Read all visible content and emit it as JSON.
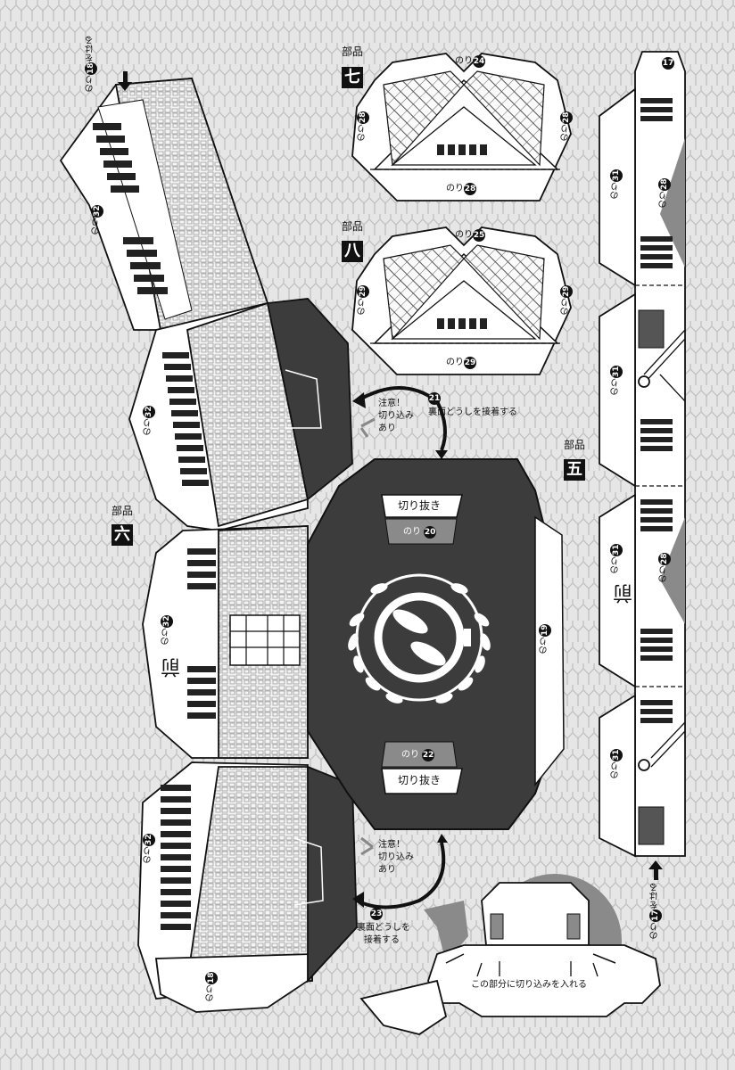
{
  "parts": {
    "part5": {
      "title": "部品",
      "badge": "五"
    },
    "part6": {
      "title": "部品",
      "badge": "六"
    },
    "part7": {
      "title": "部品",
      "badge": "七"
    },
    "part8": {
      "title": "部品",
      "badge": "八"
    }
  },
  "labels": {
    "glue": "のり",
    "front": "前",
    "cutout": "切り抜き",
    "caution": "注意！",
    "slit": "切り込み",
    "exists": "あり",
    "bond_back": "裏面どうしを接着する",
    "bond_back_line1": "裏面どうしを",
    "bond_back_line2": "接着する",
    "slit_here": "この部分に切り込みを入れる",
    "attach_here": "をはる"
  },
  "numbers": {
    "n17": "17",
    "n18": "18",
    "n19": "19",
    "n20": "20",
    "n21": "21",
    "n22": "22",
    "n23": "23",
    "n24": "24",
    "n25": "25",
    "n28": "28",
    "n29": "29",
    "n31": "31",
    "n32": "32"
  },
  "colors": {
    "background": "#e6e6e6",
    "dark_panel": "#3c3c3c",
    "mid_gray": "#8a8a8a",
    "ink": "#111111",
    "paper": "#ffffff"
  },
  "icons": [
    "crest-icon",
    "arrow-icon",
    "curved-arrow-icon"
  ]
}
